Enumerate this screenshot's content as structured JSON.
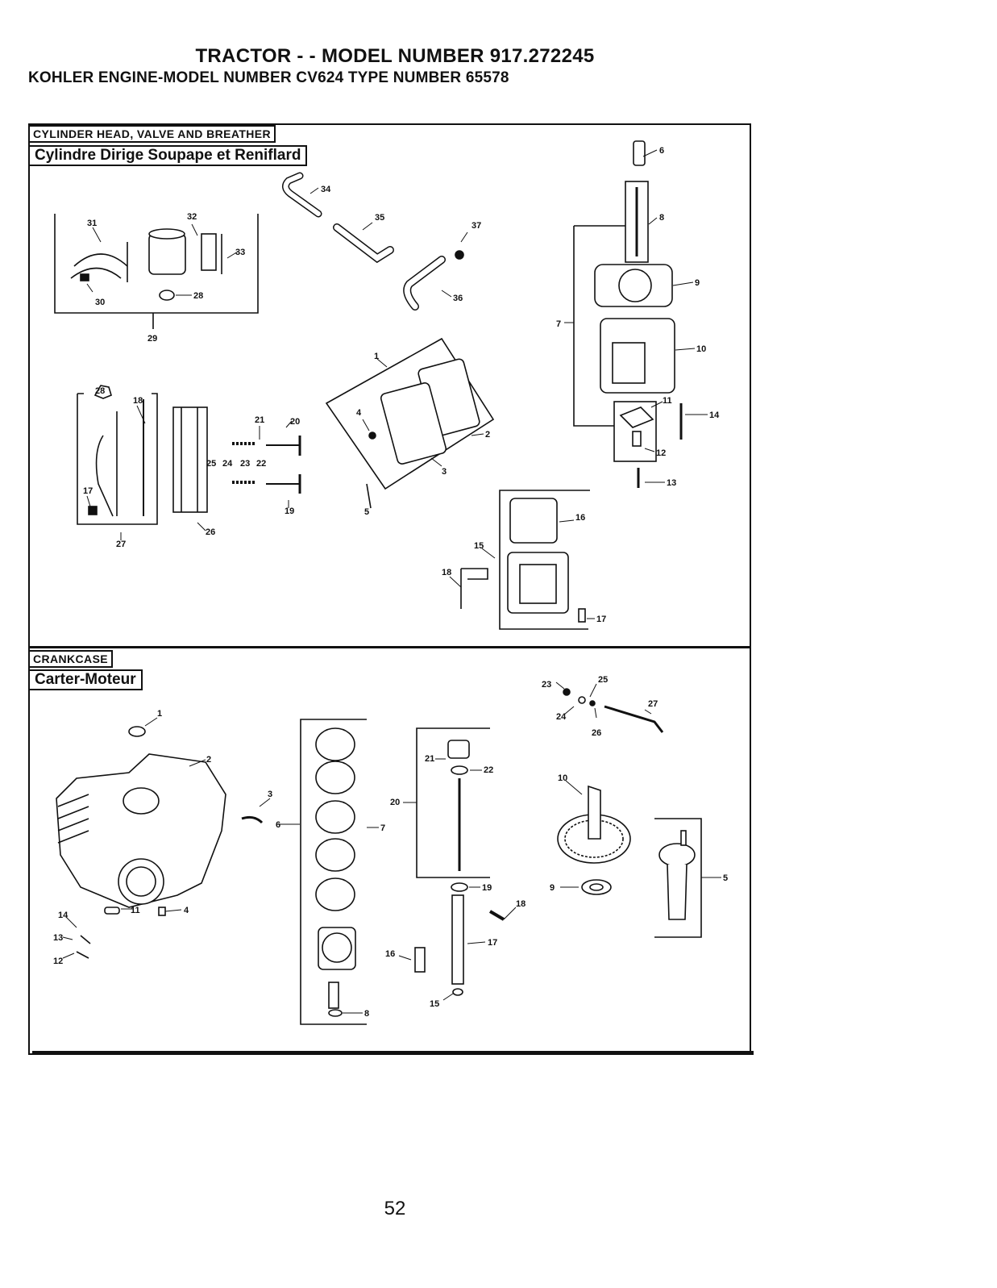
{
  "header": {
    "title": "TRACTOR - - MODEL NUMBER 917.272245",
    "subtitle": "KOHLER ENGINE-MODEL NUMBER CV624 TYPE NUMBER 65578"
  },
  "sections": [
    {
      "label_en": "CYLINDER HEAD, VALVE AND BREATHER",
      "label_fr": "Cylindre Dirige Soupape et Reniflard",
      "callouts": [
        "1",
        "2",
        "3",
        "4",
        "5",
        "6",
        "7",
        "8",
        "9",
        "10",
        "11",
        "12",
        "13",
        "14",
        "15",
        "16",
        "17",
        "18",
        "19",
        "20",
        "21",
        "22",
        "23",
        "24",
        "25",
        "26",
        "27",
        "28",
        "29",
        "30",
        "31",
        "32",
        "33",
        "34",
        "35",
        "36",
        "37"
      ]
    },
    {
      "label_en": "CRANKCASE",
      "label_fr": "Carter-Moteur",
      "callouts": [
        "1",
        "2",
        "3",
        "4",
        "5",
        "6",
        "7",
        "8",
        "9",
        "10",
        "11",
        "12",
        "13",
        "14",
        "15",
        "16",
        "17",
        "18",
        "19",
        "20",
        "21",
        "22",
        "23",
        "24",
        "25",
        "26",
        "27"
      ]
    }
  ],
  "footer": {
    "page_number": "52"
  }
}
